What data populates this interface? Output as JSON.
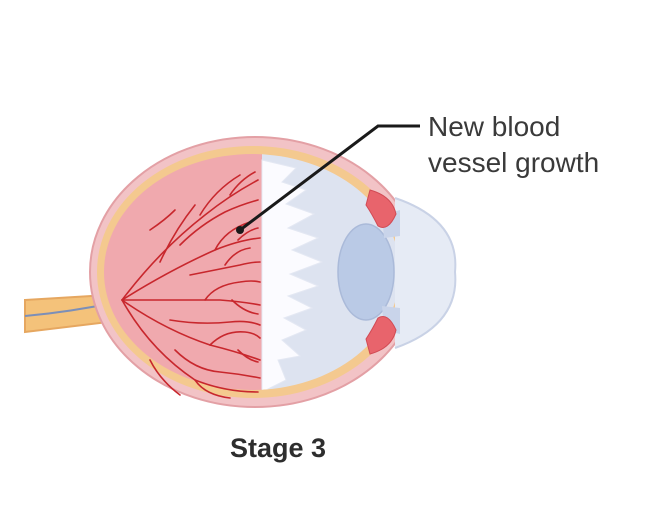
{
  "callout": {
    "line1": "New blood",
    "line2": "vessel growth"
  },
  "stage": {
    "label": "Stage 3"
  },
  "colors": {
    "sclera": "#f2c3c6",
    "sclera_outline": "#e3a0a5",
    "choroid": "#f4c98f",
    "retina_fill": "#f0a9ae",
    "vessel": "#c8272d",
    "vitreous": "#dde3f0",
    "hemorrhage": "#fbfbff",
    "lens": "#b9c9e6",
    "cornea": "#e6ebf5",
    "ciliary": "#e8646c",
    "optic_nerve": "#f4c27a",
    "leader_line": "#1a1a1a"
  }
}
